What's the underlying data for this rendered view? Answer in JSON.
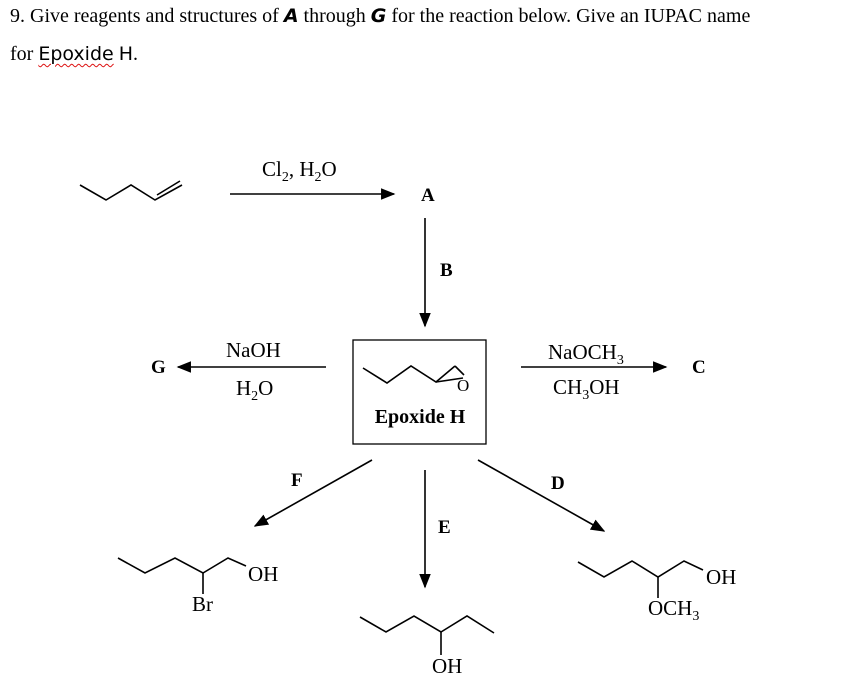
{
  "question": {
    "number": "9.",
    "line1_a": "Give reagents and structures of",
    "A": "A",
    "through": "through",
    "G": "G",
    "line1_b": "for the reaction below. Give an IUPAC name",
    "line2_for": "for",
    "epoxide": "Epoxide",
    "H": "H",
    "period": "."
  },
  "scheme": {
    "reagents_top_cl": "Cl",
    "reagents_top_sub2": "2",
    "reagents_top_h2o_h": ", H",
    "reagents_top_h2o_sub": "2",
    "reagents_top_h2o_o": "O",
    "label_A": "A",
    "label_B": "B",
    "label_C": "C",
    "label_D": "D",
    "label_E": "E",
    "label_F": "F",
    "label_G": "G",
    "naoh": "NaOH",
    "h2o_h": "H",
    "h2o_sub": "2",
    "h2o_o": "O",
    "naoch3": "NaOCH",
    "naoch3_sub": "3",
    "ch3oh_ch": "CH",
    "ch3oh_sub": "3",
    "ch3oh_oh": "OH",
    "epoxide_O": "O",
    "epoxide_label": "Epoxide H",
    "f_oh": "OH",
    "f_br": "Br",
    "e_oh": "OH",
    "d_oh": "OH",
    "d_och": "OCH",
    "d_och_sub": "3"
  }
}
